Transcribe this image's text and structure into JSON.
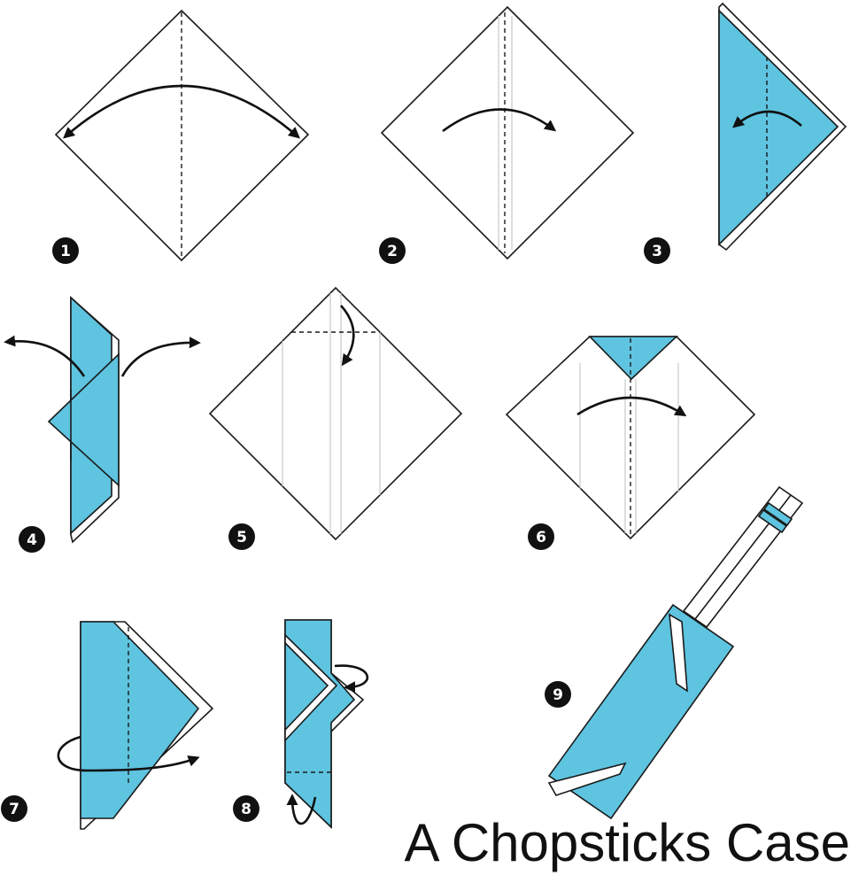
{
  "title": "A Chopsticks Case",
  "colors": {
    "paper_color": "#5ec4e0",
    "line": "#1a1a1a",
    "background": "#ffffff"
  },
  "steps": [
    {
      "number": "1"
    },
    {
      "number": "2"
    },
    {
      "number": "3"
    },
    {
      "number": "4"
    },
    {
      "number": "5"
    },
    {
      "number": "6"
    },
    {
      "number": "7"
    },
    {
      "number": "8"
    },
    {
      "number": "9"
    }
  ]
}
